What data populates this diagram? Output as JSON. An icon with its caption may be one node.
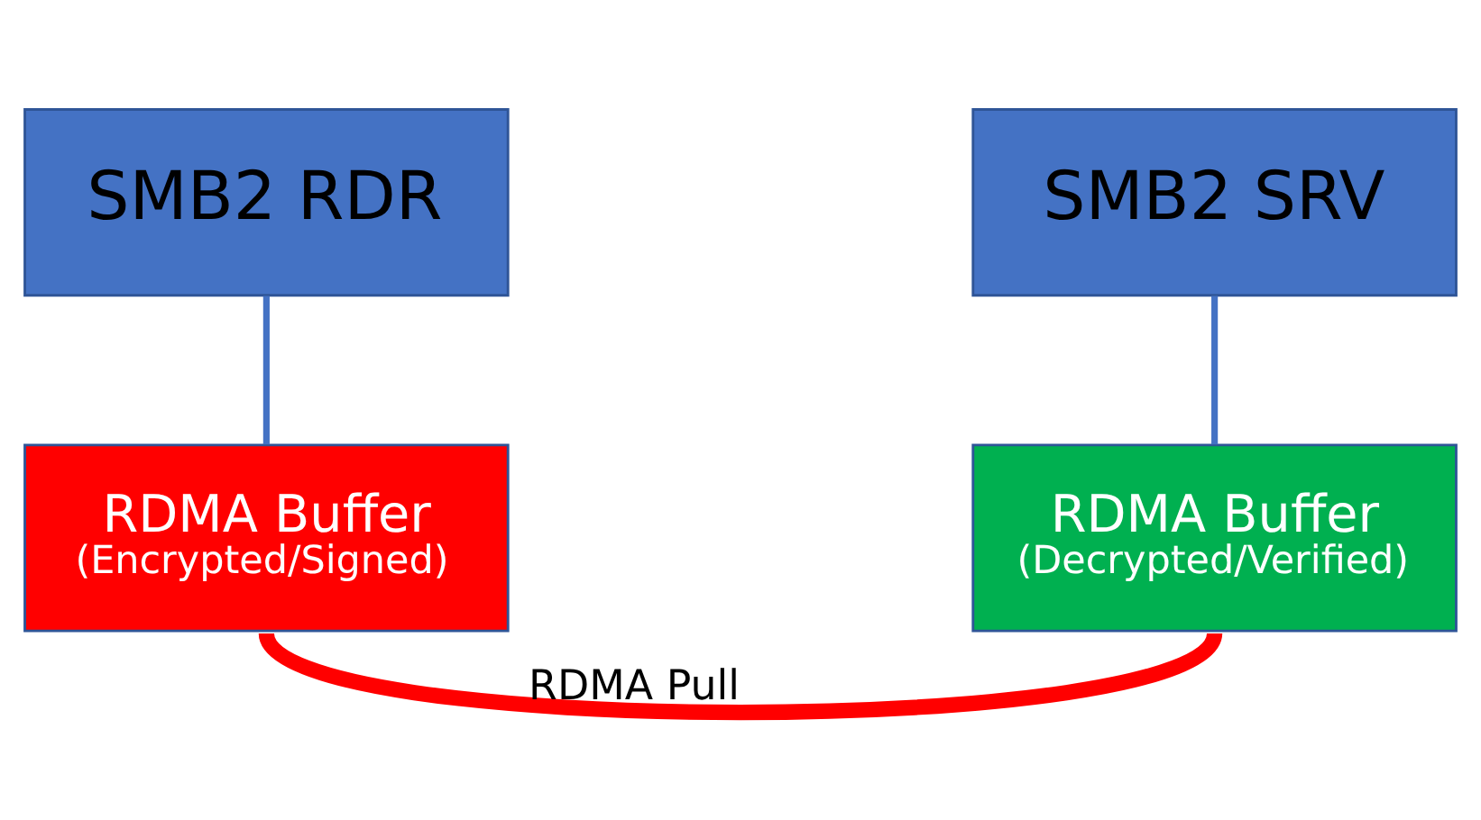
{
  "diagram": {
    "nodes": [
      {
        "text": [
          "SMB2 RDR"
        ]
      },
      {
        "text": [
          "SMB2 SRV"
        ]
      },
      {
        "text": [
          "RDMA Buffer",
          "(Encrypted/Signed)"
        ]
      },
      {
        "text": [
          "RDMA Buffer",
          "(Decrypted/Verified)"
        ]
      }
    ],
    "edges": [
      {
        "from": 0,
        "to": 2,
        "arrow": "none"
      },
      {
        "from": 1,
        "to": 3,
        "arrow": "none"
      },
      {
        "from": 2,
        "to": 3,
        "arrow": "none",
        "label": "RDMA Pull",
        "style": "thick",
        "color": "#ff0000"
      }
    ]
  }
}
